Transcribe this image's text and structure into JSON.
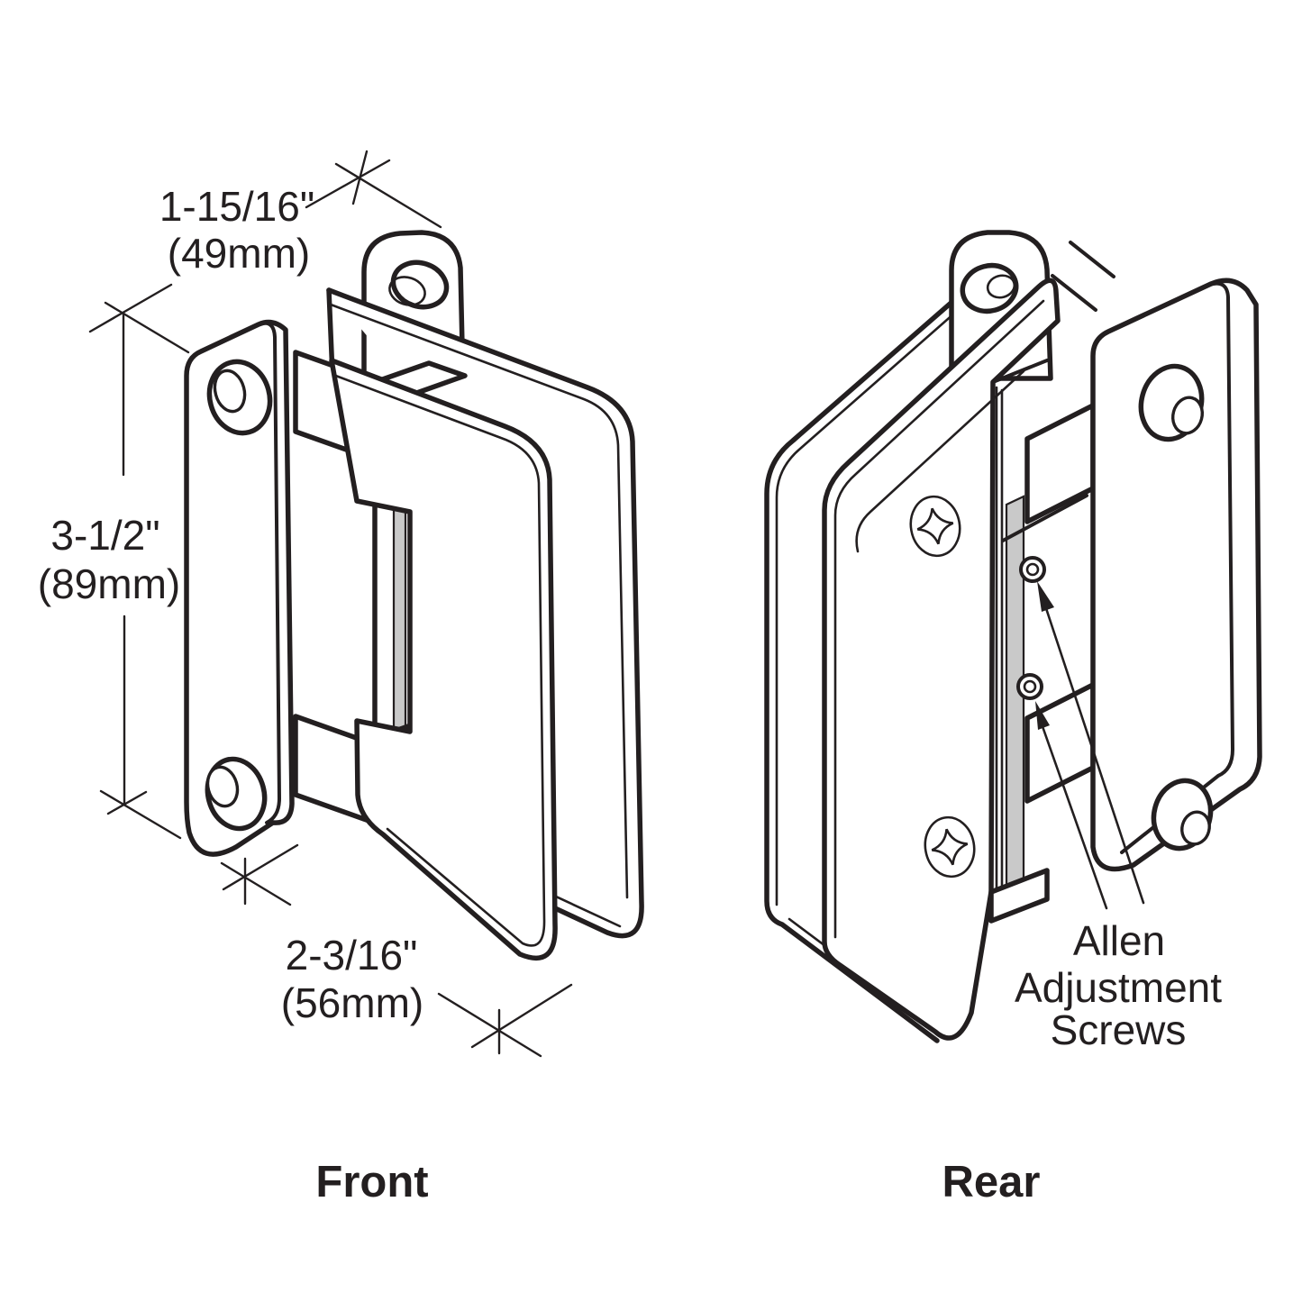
{
  "diagram": {
    "title": "Wall mount shower door hinge, front and rear isometric views",
    "dimensions": {
      "width_top": {
        "inches": "1-15/16\"",
        "mm": "(49mm)"
      },
      "height_left": {
        "inches": "3-1/2\"",
        "mm": "(89mm)"
      },
      "width_bottom": {
        "inches": "2-3/16\"",
        "mm": "(56mm)"
      }
    },
    "annotation": {
      "line1": "Allen",
      "line2": "Adjustment",
      "line3": "Screws"
    },
    "views": {
      "front_label": "Front",
      "rear_label": "Rear"
    },
    "colors": {
      "line": "#231f20",
      "background": "#ffffff",
      "gasket": "#c9c9c9"
    }
  }
}
